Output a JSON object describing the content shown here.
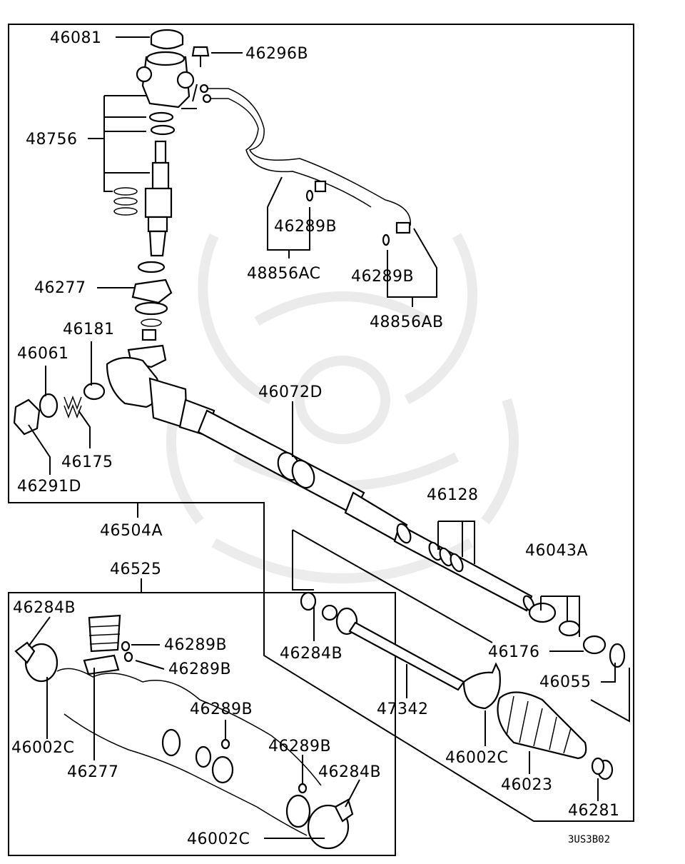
{
  "diagram": {
    "code": "3US3B02",
    "labels": {
      "p46081": "46081",
      "p46296B": "46296B",
      "p48756": "48756",
      "p46289B_a": "46289B",
      "p48856AC": "48856AC",
      "p46289B_b": "46289B",
      "p48856AB": "48856AB",
      "p46277_a": "46277",
      "p46181": "46181",
      "p46061": "46061",
      "p46175": "46175",
      "p46291D": "46291D",
      "p46072D": "46072D",
      "p46128": "46128",
      "p46504A": "46504A",
      "p46043A": "46043A",
      "p46525": "46525",
      "p46284B_a": "46284B",
      "p46289B_c": "46289B",
      "p46289B_d": "46289B",
      "p46284B_b": "46284B",
      "p46176": "46176",
      "p46055": "46055",
      "p46289B_e": "46289B",
      "p47342": "47342",
      "p46002C_a": "46002C",
      "p46277_b": "46277",
      "p46289B_f": "46289B",
      "p46284B_c": "46284B",
      "p46002C_b": "46002C",
      "p46023": "46023",
      "p46281": "46281",
      "p46002C_c": "46002C"
    }
  }
}
